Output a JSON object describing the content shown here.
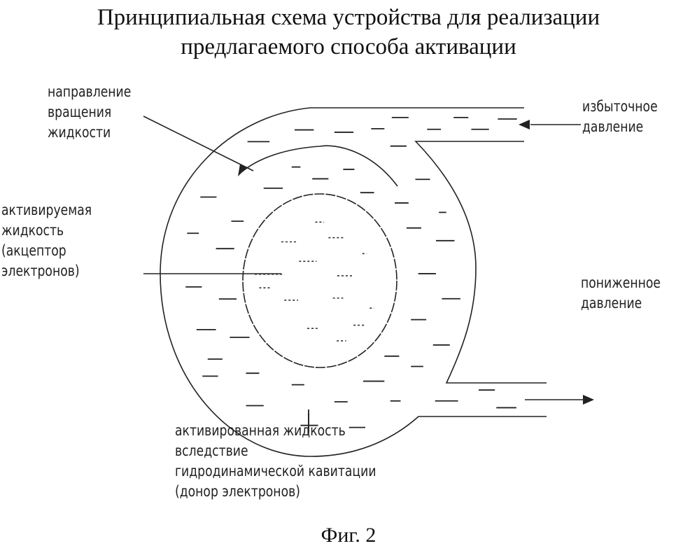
{
  "title": {
    "line1": "Принципиальная схема устройства для реализации",
    "line2": "предлагаемого способа активации"
  },
  "labels": {
    "rotation": [
      "направление",
      "вращения",
      "жидкости"
    ],
    "activated_liquid_in": [
      "активируемая",
      "жидкость",
      "(акцептор",
      "электронов)"
    ],
    "excess_pressure": [
      "избыточное",
      "давление"
    ],
    "reduced_pressure": [
      "пониженное",
      "давление"
    ],
    "activated_out": [
      "активированная жидкость",
      "вследствие",
      "гидродинамической кавитации",
      "(донор электронов)"
    ]
  },
  "caption": "Фиг. 2"
}
